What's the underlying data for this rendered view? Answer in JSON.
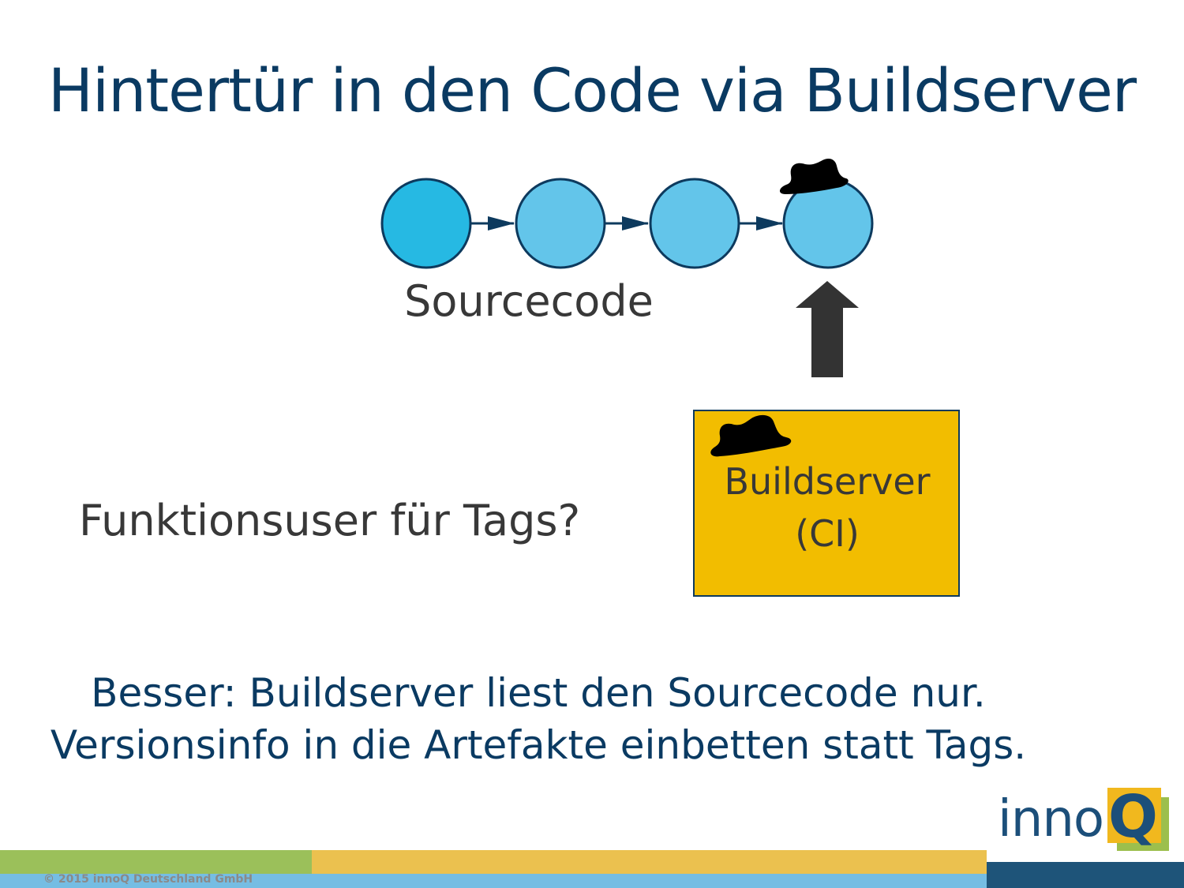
{
  "slide": {
    "title": "Hintertür in den Code via Buildserver",
    "sourcecode_label": "Sourcecode",
    "buildserver_line1": "Buildserver",
    "buildserver_line2": "(CI)",
    "question": "Funktionsuser für Tags?",
    "conclusion_line1": "Besser: Buildserver liest den Sourcecode nur.",
    "conclusion_line2": "Versionsinfo in die Artefakte einbetten statt Tags."
  },
  "logo": {
    "text": "inno",
    "q": "Q"
  },
  "footer": {
    "copyright": "© 2015 innoQ Deutschland GmbH"
  },
  "colors": {
    "title": "#0a3a62",
    "node_first": "#26b9e3",
    "node": "#63c5ea",
    "node_stroke": "#0d3a5e",
    "buildserver_fill": "#f2bd00",
    "arrow": "#333333",
    "green": "#9bc05a",
    "yellow": "#ebc14f",
    "blue_light": "#75bde3",
    "blue_dark": "#1e5479"
  }
}
